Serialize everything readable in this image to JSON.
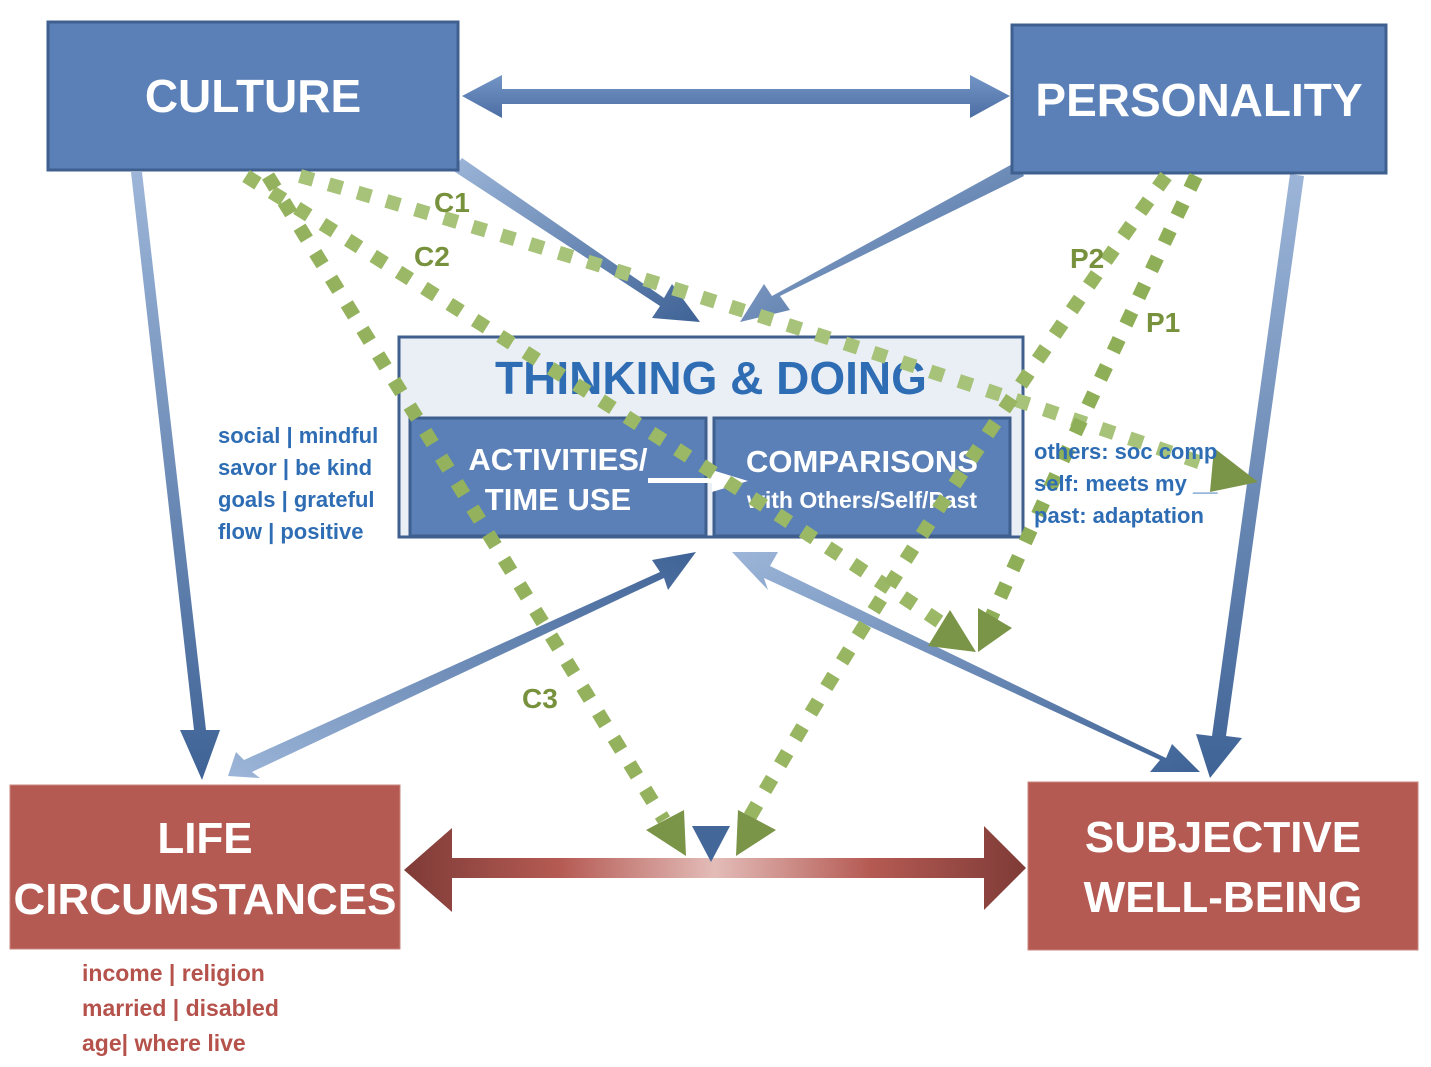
{
  "diagram": {
    "nodes": {
      "culture": {
        "label": "CULTURE"
      },
      "personality": {
        "label": "PERSONALITY"
      },
      "thinking_doing": {
        "label": "THINKING & DOING",
        "activities": {
          "line1": "ACTIVITIES/",
          "line2": "TIME USE"
        },
        "comparisons": {
          "line1": "COMPARISONS",
          "line2": "with Others/Self/Past"
        }
      },
      "life_circumstances": {
        "line1": "LIFE",
        "line2": "CIRCUMSTANCES"
      },
      "subjective_wellbeing": {
        "line1": "SUBJECTIVE",
        "line2": "WELL-BEING"
      }
    },
    "activity_examples": [
      "social | mindful",
      "savor | be kind",
      "goals | grateful",
      "flow | positive"
    ],
    "comparison_examples": [
      "others: soc comp",
      "self: meets my __",
      "past: adaptation"
    ],
    "circumstance_examples": [
      "income | religion",
      "married | disabled",
      "age| where live"
    ],
    "path_labels": {
      "c1": "C1",
      "c2": "C2",
      "c3": "C3",
      "p1": "P1",
      "p2": "P2"
    },
    "colors": {
      "blue_box": "#5a80b7",
      "blue_border": "#3f5f8f",
      "red_box": "#b45a52",
      "green_dash": "#9ab865",
      "green_dark": "#77913d",
      "text_blue": "#2e6db4",
      "panel_bg": "#eaeef5"
    }
  }
}
